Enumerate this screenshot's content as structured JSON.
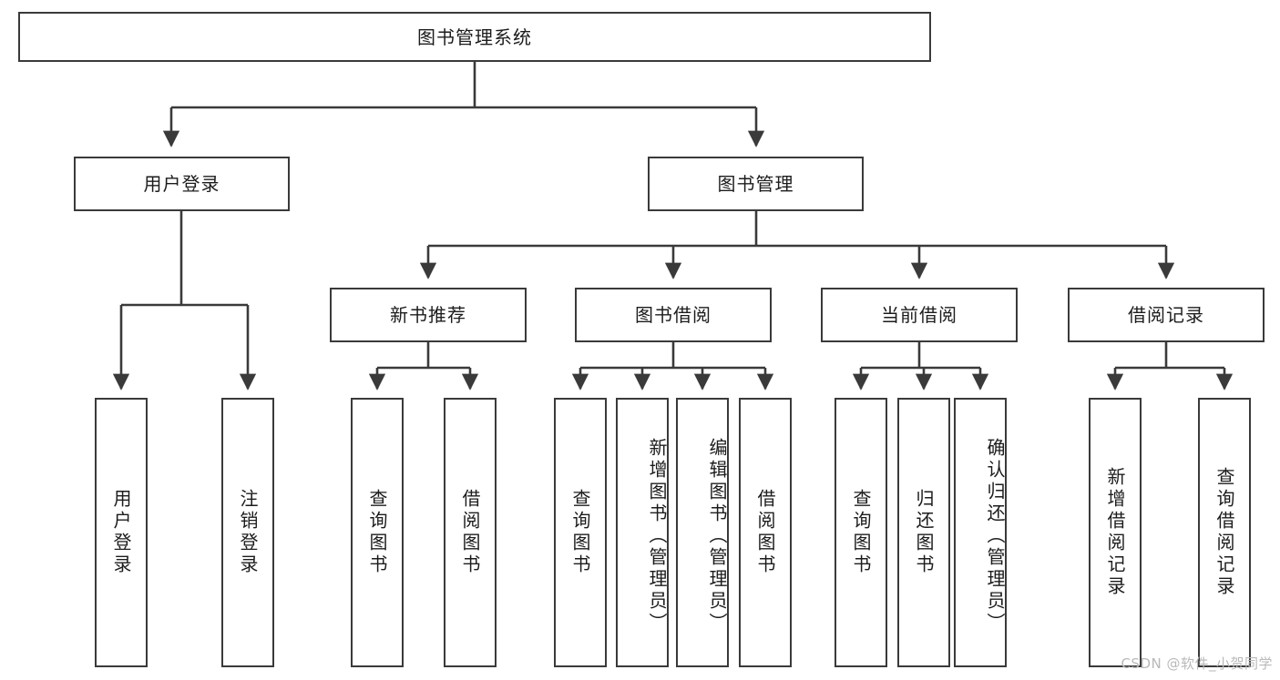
{
  "diagram": {
    "title": "图书管理系统",
    "type": "tree-hierarchy-functional-decomposition",
    "root": {
      "label": "图书管理系统"
    },
    "level2": [
      {
        "label": "用户登录"
      },
      {
        "label": "图书管理"
      }
    ],
    "level3": [
      {
        "label": "新书推荐"
      },
      {
        "label": "图书借阅"
      },
      {
        "label": "当前借阅"
      },
      {
        "label": "借阅记录"
      }
    ],
    "leaves": {
      "user_login": [
        {
          "label": "用户登录"
        },
        {
          "label": "注销登录"
        }
      ],
      "new_book_recommend": [
        {
          "label": "查询图书"
        },
        {
          "label": "借阅图书"
        }
      ],
      "book_borrow": [
        {
          "label": "查询图书"
        },
        {
          "label": "新增图书（管理员）"
        },
        {
          "label": "编辑图书（管理员）"
        },
        {
          "label": "借阅图书"
        }
      ],
      "current_borrow": [
        {
          "label": "查询图书"
        },
        {
          "label": "归还图书"
        },
        {
          "label": "确认归还（管理员）"
        }
      ],
      "borrow_record": [
        {
          "label": "新增借阅记录"
        },
        {
          "label": "查询借阅记录"
        }
      ]
    },
    "watermark": "CSDN @软件_小贺同学",
    "colors": {
      "stroke": "#3a3a3a",
      "fill": "#ffffff",
      "text": "#1c1c1c",
      "watermark": "#b9b9b9"
    }
  }
}
